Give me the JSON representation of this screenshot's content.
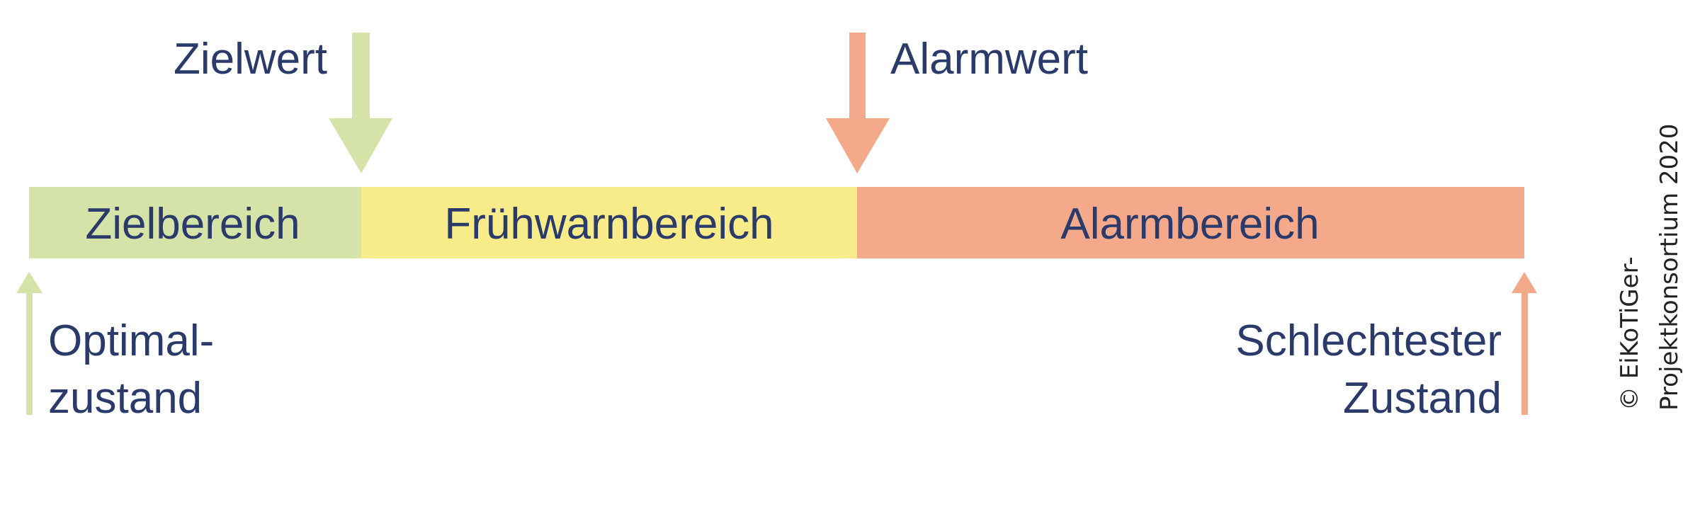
{
  "colors": {
    "target": "#d5e3a9",
    "warning": "#f8ec8a",
    "alarm": "#f4aa8a",
    "text": "#2a3b6b"
  },
  "markers": {
    "target_value": "Zielwert",
    "alarm_value": "Alarmwert"
  },
  "zones": {
    "target": "Zielbereich",
    "early_warning": "Frühwarnbereich",
    "alarm": "Alarmbereich"
  },
  "ends": {
    "optimal_line1": "Optimal-",
    "optimal_line2": "zustand",
    "worst_line1": "Schlechtester",
    "worst_line2": "Zustand"
  },
  "copyright": {
    "line1": "© EiKoTiGer-",
    "line2": "Projektkonsortium 2020"
  }
}
